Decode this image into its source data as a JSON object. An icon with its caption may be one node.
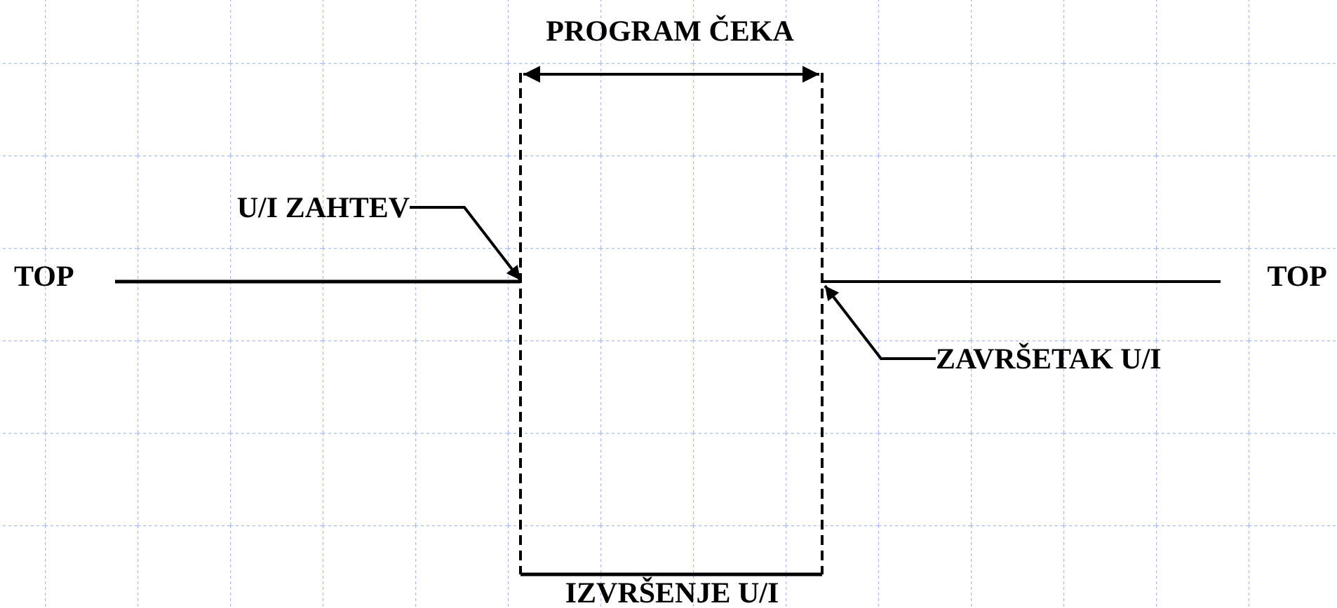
{
  "diagram": {
    "nodes": [
      {
        "text": [
          "U/I ZAHTEV"
        ]
      },
      {
        "text": [
          "ZAVRŠETAK U/I"
        ]
      }
    ],
    "edges": [
      {
        "from": 0,
        "to": null,
        "arrow": "to"
      },
      {
        "from": 1,
        "to": null,
        "arrow": "to"
      }
    ],
    "labels": [
      "PROGRAM ČEKA",
      "TOP",
      "TOP",
      "IZVRŠENJE U/I"
    ]
  }
}
